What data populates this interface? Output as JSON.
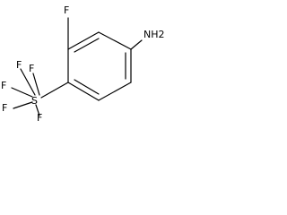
{
  "molecule": {
    "atoms": {
      "fluorine_ring": "F",
      "amine": "NH2",
      "sulfur": "S",
      "fluorine_1": "F",
      "fluorine_2": "F",
      "fluorine_3": "F",
      "fluorine_4": "F",
      "fluorine_5": "F"
    }
  }
}
